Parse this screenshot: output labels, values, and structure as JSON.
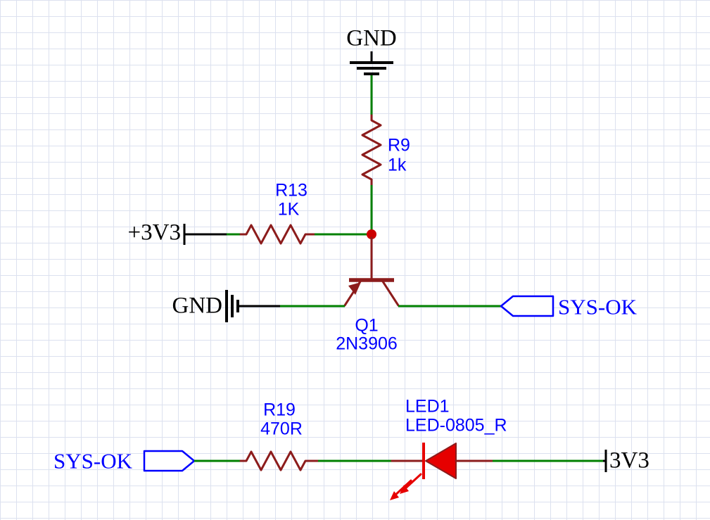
{
  "schematic": {
    "colors": {
      "wire": "#008000",
      "component": "#8C1C1C",
      "annotation": "#0000FF",
      "net": "#000000",
      "led": "#E60000",
      "junction": "#CC0000",
      "grid_line": "#DCE1EF",
      "background": "#FFFFFF"
    },
    "nets": {
      "gnd_top": "GND",
      "gnd_left": "GND",
      "p3v3": "+3V3",
      "v3v3": "3V3",
      "sys_ok_top": "SYS-OK",
      "sys_ok_bottom": "SYS-OK"
    },
    "components": {
      "r9": {
        "ref": "R9",
        "value": "1k"
      },
      "r13": {
        "ref": "R13",
        "value": "1K"
      },
      "r19": {
        "ref": "R19",
        "value": "470R"
      },
      "q1": {
        "ref": "Q1",
        "value": "2N3906"
      },
      "led1": {
        "ref": "LED1",
        "value": "LED-0805_R"
      }
    }
  }
}
